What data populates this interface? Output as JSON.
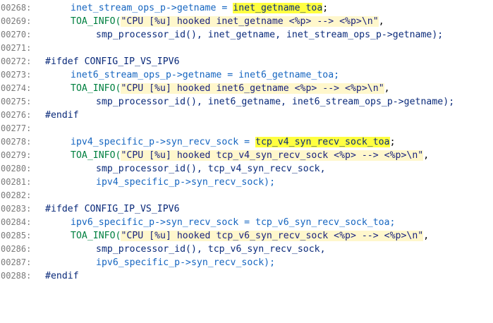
{
  "lines": [
    {
      "num": "00268:",
      "parts": [
        "inet_stream_ops_p->getname = ",
        "inet_getname_toa",
        ";"
      ]
    },
    {
      "num": "00269:",
      "parts": [
        "TOA_INFO(",
        "\"CPU [%u] hooked inet_getname <%p> --> <%p>\\n\"",
        ","
      ]
    },
    {
      "num": "00270:",
      "parts": [
        "smp_processor_id(), inet_getname, inet_stream_ops_p->getname);"
      ]
    },
    {
      "num": "00271:",
      "parts": [
        ""
      ]
    },
    {
      "num": "00272:",
      "parts": [
        "#ifdef CONFIG_IP_VS_IPV6"
      ]
    },
    {
      "num": "00273:",
      "parts": [
        "inet6_stream_ops_p->getname = inet6_getname_toa;"
      ]
    },
    {
      "num": "00274:",
      "parts": [
        "TOA_INFO(",
        "\"CPU [%u] hooked inet6_getname <%p> --> <%p>\\n\"",
        ","
      ]
    },
    {
      "num": "00275:",
      "parts": [
        "smp_processor_id(), inet6_getname, inet6_stream_ops_p->getname);"
      ]
    },
    {
      "num": "00276:",
      "parts": [
        "#endif"
      ]
    },
    {
      "num": "00277:",
      "parts": [
        ""
      ]
    },
    {
      "num": "00278:",
      "parts": [
        "ipv4_specific_p->syn_recv_sock = ",
        "tcp_v4_syn_recv_sock_toa",
        ";"
      ]
    },
    {
      "num": "00279:",
      "parts": [
        "TOA_INFO(",
        "\"CPU [%u] hooked tcp_v4_syn_recv_sock <%p> --> <%p>\\n\"",
        ","
      ]
    },
    {
      "num": "00280:",
      "parts": [
        "smp_processor_id(), tcp_v4_syn_recv_sock,"
      ]
    },
    {
      "num": "00281:",
      "parts": [
        "ipv4_specific_p->syn_recv_sock);"
      ]
    },
    {
      "num": "00282:",
      "parts": [
        ""
      ]
    },
    {
      "num": "00283:",
      "parts": [
        "#ifdef CONFIG_IP_VS_IPV6"
      ]
    },
    {
      "num": "00284:",
      "parts": [
        "ipv6_specific_p->syn_recv_sock = tcp_v6_syn_recv_sock_toa;"
      ]
    },
    {
      "num": "00285:",
      "parts": [
        "TOA_INFO(",
        "\"CPU [%u] hooked tcp_v6_syn_recv_sock <%p> --> <%p>\\n\"",
        ","
      ]
    },
    {
      "num": "00286:",
      "parts": [
        "smp_processor_id(), tcp_v6_syn_recv_sock,"
      ]
    },
    {
      "num": "00287:",
      "parts": [
        "ipv6_specific_p->syn_recv_sock);"
      ]
    },
    {
      "num": "00288:",
      "parts": [
        "#endif"
      ]
    }
  ],
  "colors": {
    "highlight": "#ffff40",
    "string_bg": "#fff7cc",
    "macro": "#008040",
    "code": "#0a2a7a",
    "line_number": "#7a7a7a"
  }
}
